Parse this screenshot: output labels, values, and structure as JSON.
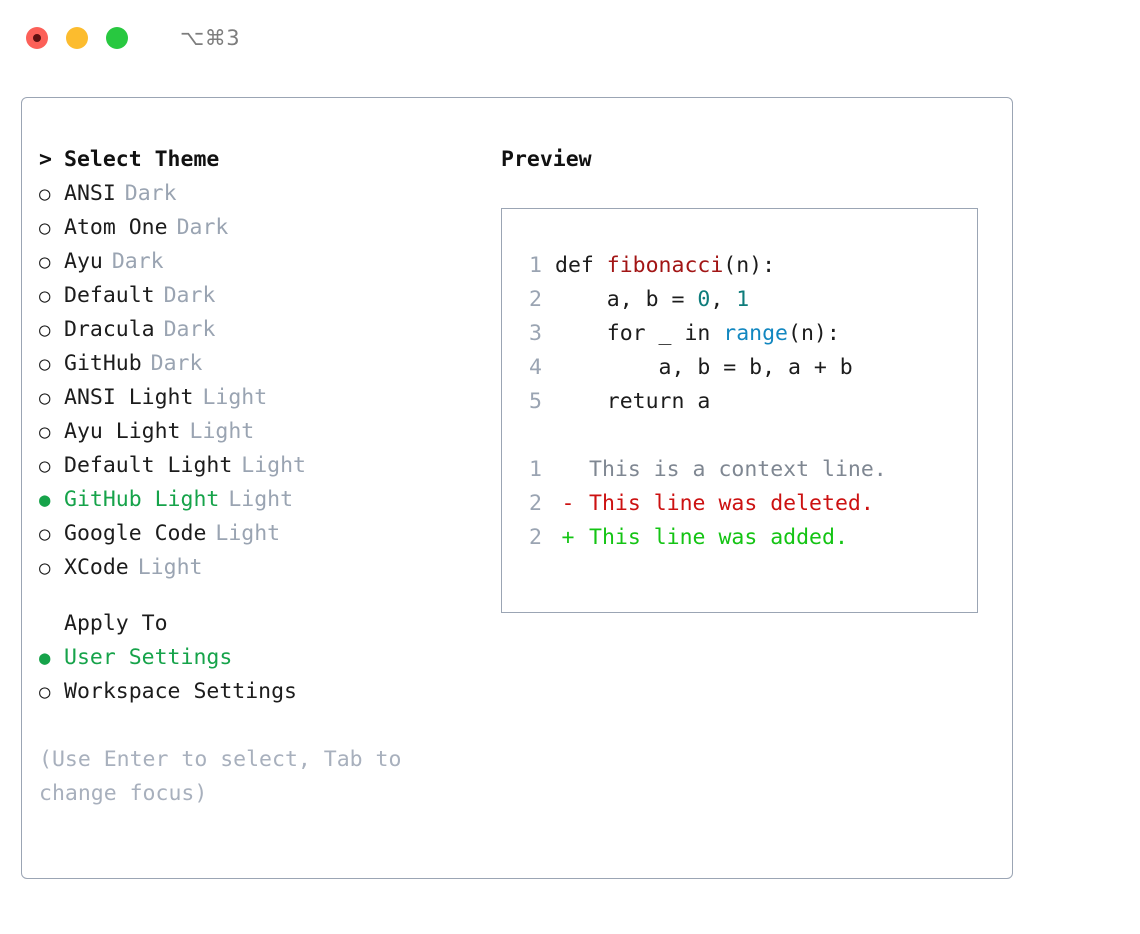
{
  "titlebar": {
    "shortcut": "⌥⌘3",
    "lights": [
      "red",
      "yellow",
      "green"
    ]
  },
  "left": {
    "header": {
      "marker": ">",
      "label": "Select Theme"
    },
    "themes": [
      {
        "marker": "○",
        "name": "ANSI",
        "tag": "Dark",
        "selected": false
      },
      {
        "marker": "○",
        "name": "Atom One",
        "tag": "Dark",
        "selected": false
      },
      {
        "marker": "○",
        "name": "Ayu",
        "tag": "Dark",
        "selected": false
      },
      {
        "marker": "○",
        "name": "Default",
        "tag": "Dark",
        "selected": false
      },
      {
        "marker": "○",
        "name": "Dracula",
        "tag": "Dark",
        "selected": false
      },
      {
        "marker": "○",
        "name": "GitHub",
        "tag": "Dark",
        "selected": false
      },
      {
        "marker": "○",
        "name": "ANSI Light",
        "tag": "Light",
        "selected": false
      },
      {
        "marker": "○",
        "name": "Ayu Light",
        "tag": "Light",
        "selected": false
      },
      {
        "marker": "○",
        "name": "Default Light",
        "tag": "Light",
        "selected": false
      },
      {
        "marker": "●",
        "name": "GitHub Light",
        "tag": "Light",
        "selected": true
      },
      {
        "marker": "○",
        "name": "Google Code",
        "tag": "Light",
        "selected": false
      },
      {
        "marker": "○",
        "name": "XCode",
        "tag": "Light",
        "selected": false
      }
    ],
    "apply_to": {
      "label": "Apply To",
      "options": [
        {
          "marker": "●",
          "name": "User Settings",
          "selected": true
        },
        {
          "marker": "○",
          "name": "Workspace Settings",
          "selected": false
        }
      ]
    },
    "hint": "(Use Enter to select, Tab to change focus)"
  },
  "right": {
    "title": "Preview",
    "code": [
      {
        "lineno": "1",
        "pre": "def ",
        "fn": "fibonacci",
        "post": "(n):"
      },
      {
        "lineno": "2",
        "pre": "    a, b = ",
        "num1": "0",
        "mid": ", ",
        "num2": "1"
      },
      {
        "lineno": "3",
        "pre": "    for _ in ",
        "call": "range",
        "post": "(n):"
      },
      {
        "lineno": "4",
        "pre": "        a, b = b, a + b"
      },
      {
        "lineno": "5",
        "pre": "    return a"
      }
    ],
    "diff": [
      {
        "lineno": "1",
        "mark": " ",
        "text": "This is a context line.",
        "kind": "context"
      },
      {
        "lineno": "2",
        "mark": "-",
        "text": "This line was deleted.",
        "kind": "deleted"
      },
      {
        "lineno": "2",
        "mark": "+",
        "text": "This line was added.",
        "kind": "added"
      }
    ]
  },
  "colors": {
    "selected_green": "#16a34a",
    "muted_gray": "#9aa4b2",
    "hint_gray": "#a8b0bd",
    "border": "#9ba5b4",
    "diff_deleted": "#cc1111",
    "diff_added": "#14c414",
    "token_function": "#a21515",
    "token_call": "#1287c0",
    "token_number": "#0e7c7b"
  }
}
